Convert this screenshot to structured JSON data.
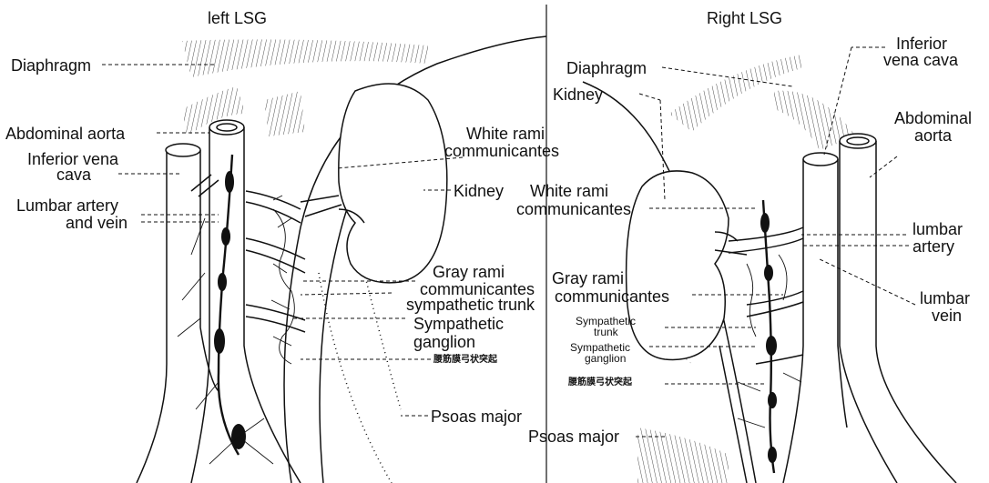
{
  "left_panel": {
    "title": "left LSG",
    "diaphragm": "Diaphragm",
    "abdominal_aorta": "Abdominal aorta",
    "inferior_vena_cava_1": "Inferior vena",
    "inferior_vena_cava_2": "cava",
    "lumbar_artery_1": "Lumbar artery",
    "lumbar_artery_2": "and vein",
    "white_rami_1": "White rami",
    "white_rami_2": "communicantes",
    "kidney": "Kidney",
    "gray_rami_1": "Gray rami",
    "gray_rami_2": "communicantes",
    "sympathetic_trunk": "sympathetic trunk",
    "sympathetic_ganglion_1": "Sympathetic",
    "sympathetic_ganglion_2": "ganglion",
    "chinese_label": "腰筋膜弓状突起",
    "psoas_major": "Psoas major"
  },
  "right_panel": {
    "title": "Right LSG",
    "diaphragm": "Diaphragm",
    "kidney": "Kidney",
    "inferior_vena_cava_1": "Inferior",
    "inferior_vena_cava_2": "vena cava",
    "abdominal_aorta_1": "Abdominal",
    "abdominal_aorta_2": "aorta",
    "white_rami_1": "White rami",
    "white_rami_2": "communicantes",
    "lumbar_artery_1": "lumbar",
    "lumbar_artery_2": "artery",
    "gray_rami_1": "Gray rami",
    "gray_rami_2": "communicantes",
    "lumbar_vein_1": "lumbar",
    "lumbar_vein_2": "vein",
    "sympathetic_trunk_1": "Sympathetic",
    "sympathetic_trunk_2": "trunk",
    "sympathetic_ganglion_1": "Sympathetic",
    "sympathetic_ganglion_2": "ganglion",
    "chinese_label": "腰筋膜弓状突起",
    "psoas_major": "Psoas major"
  },
  "colors": {
    "ink": "#111111",
    "background": "#ffffff"
  }
}
